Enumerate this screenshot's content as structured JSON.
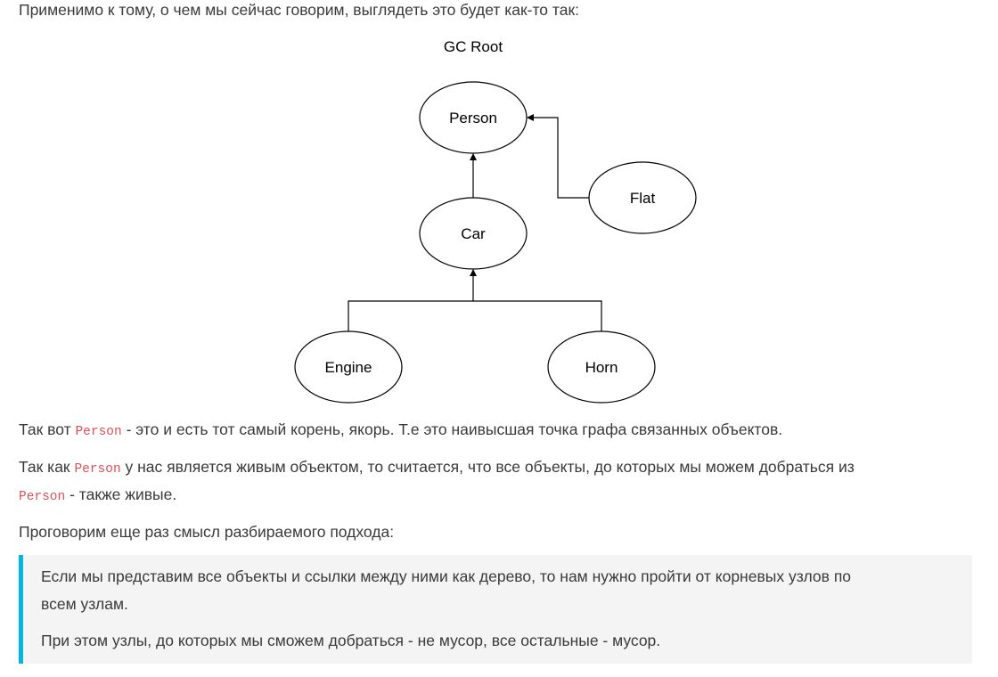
{
  "intro_text": "Применимо к тому, о чем мы сейчас говорим, выглядеть это будет как-то так:",
  "diagram": {
    "title": "GC Root",
    "nodes": {
      "person": "Person",
      "car": "Car",
      "flat": "Flat",
      "engine": "Engine",
      "horn": "Horn"
    }
  },
  "para1": {
    "before": "Так вот ",
    "code": "Person",
    "after": " - это и есть тот самый корень, якорь. Т.е это наивысшая точка графа связанных объектов."
  },
  "para2": {
    "before": "Так как ",
    "code": "Person",
    "after": " у нас является живым объектом, то считается, что все объекты, до которых мы можем добраться из",
    "code2": "Person",
    "after2": " - также живые."
  },
  "para3": "Проговорим еще раз смысл разбираемого подхода:",
  "quote": {
    "line1": "Если мы представим все объекты и ссылки между ними как дерево, то нам нужно пройти от корневых узлов по",
    "line2": "всем узлам.",
    "line3": "При этом узлы, до которых мы сможем добраться - не мусор, все остальные - мусор."
  },
  "colors": {
    "text": "#3a3a3a",
    "code": "#e0525a",
    "quote_border": "#00b7df",
    "quote_bg": "#f4f4f4"
  }
}
